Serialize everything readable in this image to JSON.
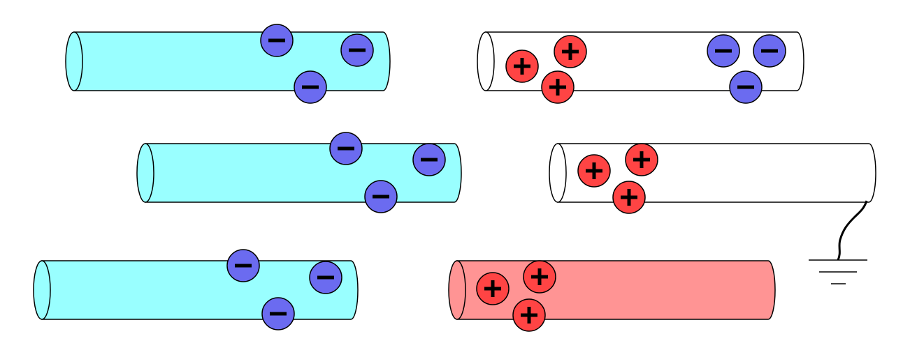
{
  "colors": {
    "cyan_rod": "#99ffff",
    "white_rod": "#ffffff",
    "pink_rod": "#ff9494",
    "negative_charge": "#6b6bf0",
    "positive_charge": "#ff4444",
    "outline": "#000000"
  },
  "rows": [
    {
      "left_rod": {
        "fill": "cyan_rod",
        "negative_charges": 3
      },
      "right_rod": {
        "fill": "white_rod",
        "positive_charges": 3,
        "negative_charges": 3,
        "grounded": false
      }
    },
    {
      "left_rod": {
        "fill": "cyan_rod",
        "negative_charges": 3
      },
      "right_rod": {
        "fill": "white_rod",
        "positive_charges": 3,
        "negative_charges": 0,
        "grounded": true
      }
    },
    {
      "left_rod": {
        "fill": "cyan_rod",
        "negative_charges": 3
      },
      "right_rod": {
        "fill": "pink_rod",
        "positive_charges": 3,
        "negative_charges": 0,
        "grounded": false
      }
    }
  ],
  "ground_symbol": {
    "icon": "ground-icon",
    "connected_to_row": 2
  }
}
